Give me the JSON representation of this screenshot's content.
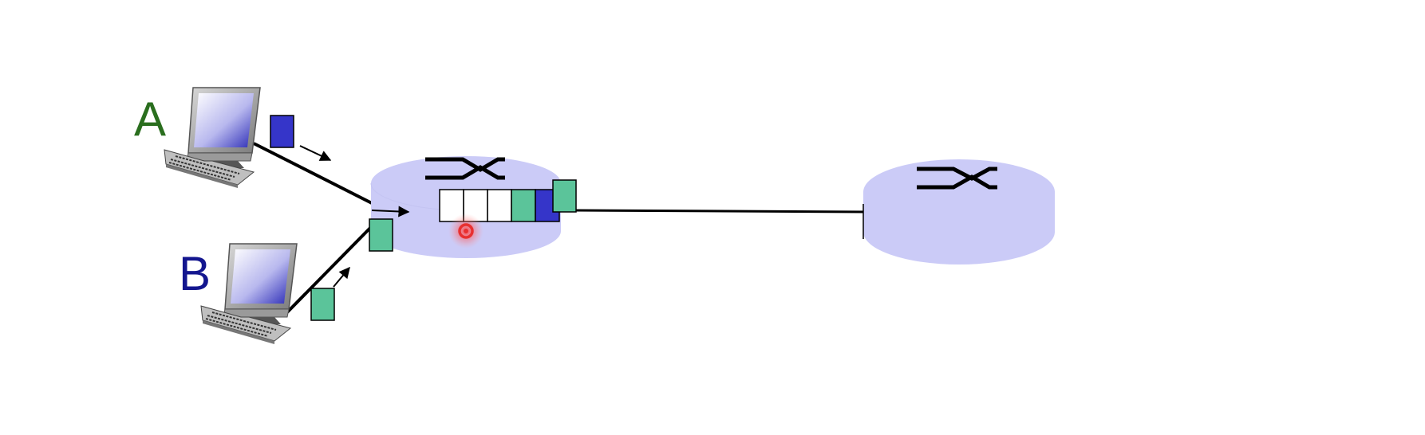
{
  "hosts": [
    {
      "label": "A",
      "color": "#2a6e1e"
    },
    {
      "label": "B",
      "color": "#13168f"
    }
  ],
  "router_fill": "#cbcbf7",
  "packet_colors": {
    "blue": "#3535c9",
    "green": "#5bc49a"
  },
  "queue": {
    "total_slots": 5,
    "filled": [
      "green",
      "blue"
    ]
  },
  "cursor_icon": "click-indicator-icon"
}
